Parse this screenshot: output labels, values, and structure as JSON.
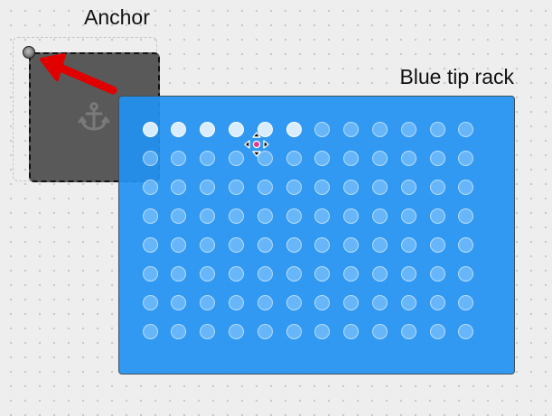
{
  "anchor": {
    "label": "Anchor",
    "icon": "anchor-icon"
  },
  "tip_rack": {
    "label": "Blue tip rack",
    "rows": 8,
    "columns": 12,
    "highlighted_tips": 6
  },
  "colors": {
    "rack_fill": "#2291f3",
    "anchor_fill": "#595959",
    "arrow": "#ee0000",
    "canvas": "#eeeeee"
  },
  "cursor": "move-cursor"
}
